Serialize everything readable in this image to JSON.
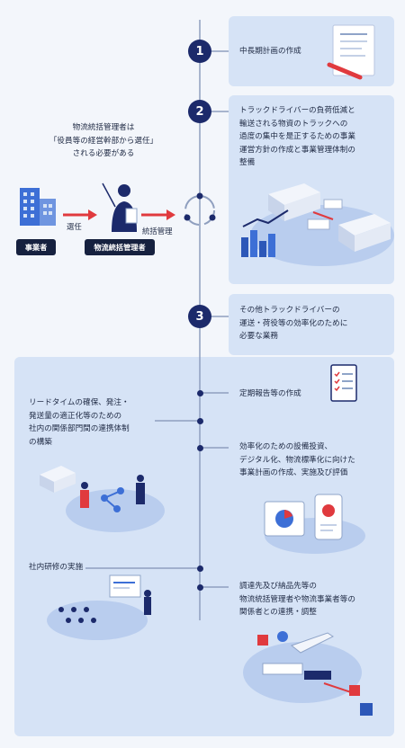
{
  "steps": [
    {
      "number": "1",
      "text": "中長期計画の作成"
    },
    {
      "number": "2",
      "text": "トラックドライバーの負荷低減と\n輸送される物資のトラックへの\n過度の集中を是正するための事業\n運営方針の作成と事業管理体制の\n整備"
    },
    {
      "number": "3",
      "text": "その他トラックドライバーの\n運送・荷役等の効率化のために\n必要な業務"
    }
  ],
  "left": {
    "requirement": "物流統括管理者は\n「役員等の経営幹部から選任」\nされる必要がある",
    "appoint_label": "選任",
    "manage_label": "統括管理",
    "business_tag": "事業者",
    "manager_tag": "物流統括管理者"
  },
  "sub_left": [
    {
      "text": "リードタイムの確保、発注・\n発送量の適正化等のための\n社内の関係部門間の連携体制\nの構築"
    },
    {
      "text": "社内研修の実施"
    }
  ],
  "sub_right": [
    {
      "text": "定期報告等の作成"
    },
    {
      "text": "効率化のための設備投資、\nデジタル化、物流標準化に向けた\n事業計画の作成、実施及び評価"
    },
    {
      "text": "調達先及び納品先等の\n物流統括管理者や物流事業者等の\n関係者との連携・調整"
    }
  ],
  "colors": {
    "accent": "#1c2a6b",
    "card": "#d6e3f6",
    "arrow": "#e03a3e"
  }
}
